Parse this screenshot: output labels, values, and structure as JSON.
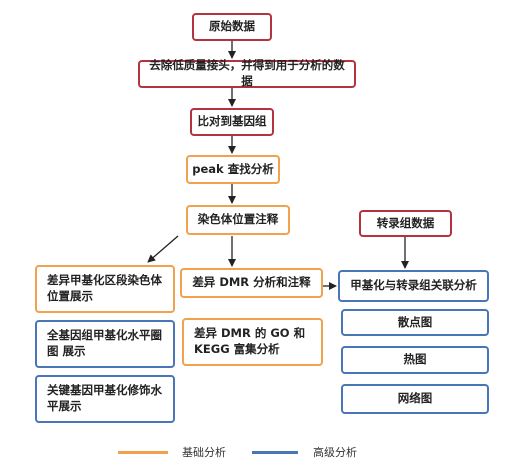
{
  "colors": {
    "red": "#b3333f",
    "orange": "#f0a24e",
    "blue": "#4a76b8"
  },
  "nodes": {
    "raw": "原始数据",
    "filter": "去除低质量接头，并得到用于分析的数据",
    "align": "比对到基因组",
    "peak": "peak  查找分析",
    "annot": "染色体位置注释",
    "transcript": "转录组数据",
    "diff_chrom": "差异甲基化区段染色体位置展示",
    "dmr": "差异 DMR 分析和注释",
    "assoc": "甲基化与转录组关联分析",
    "genome_circos": "全基因组甲基化水平圈图  展示",
    "dmr_go": "差异 DMR 的 GO 和 KEGG 富集分析",
    "scatter": "散点图",
    "heatmap": "热图",
    "key_genes": "关键基因甲基化修饰水平展示",
    "network": "网络图"
  },
  "legend": {
    "basic": "基础分析",
    "advanced": "高级分析"
  }
}
